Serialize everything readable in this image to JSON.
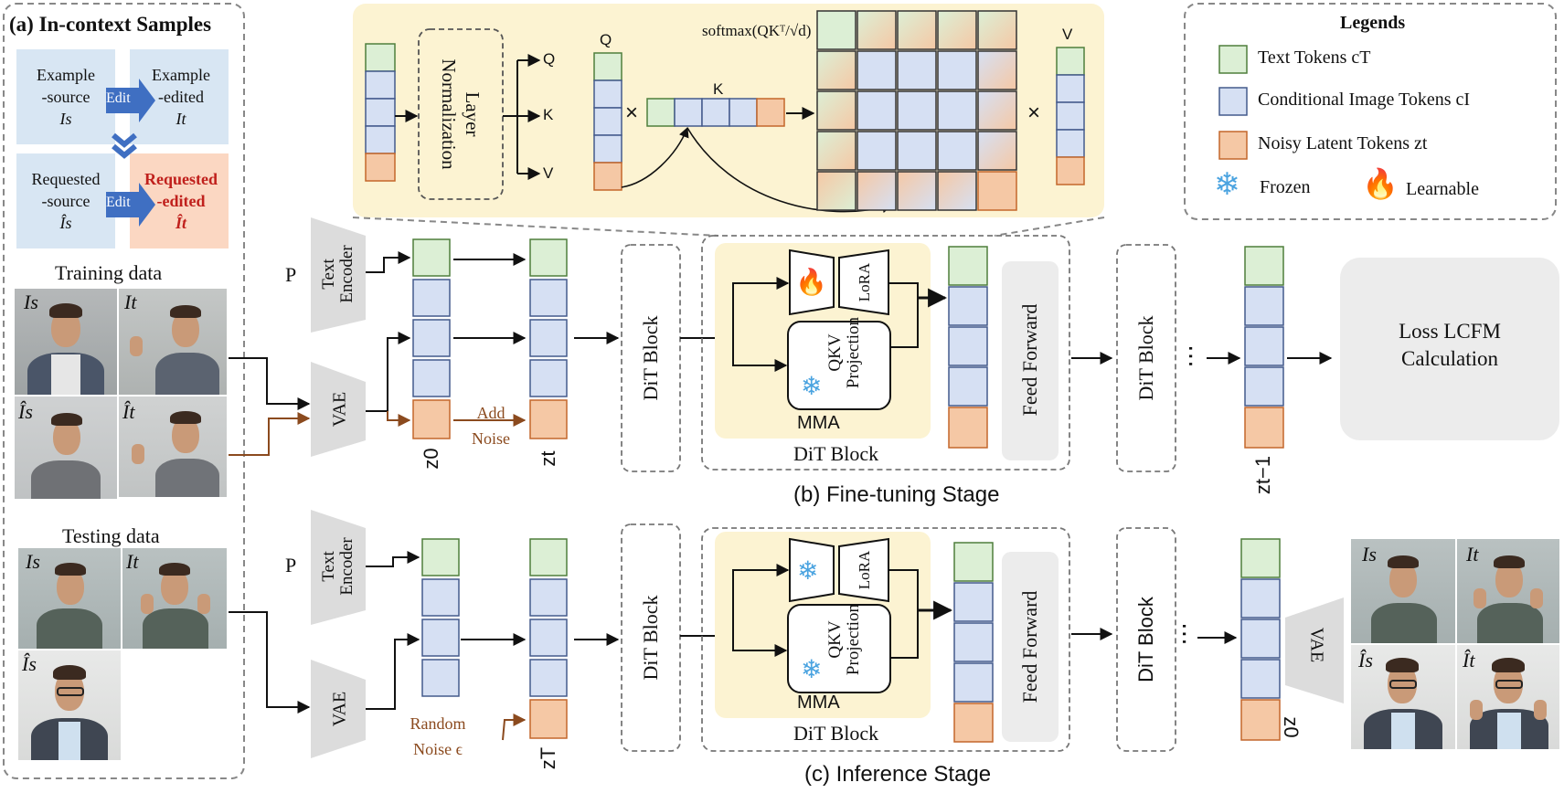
{
  "panel_a": {
    "title": "(a) In-context Samples",
    "example_source": [
      "Example",
      "-source",
      "Is"
    ],
    "example_edited": [
      "Example",
      "-edited",
      "It"
    ],
    "edit_label": "Edit",
    "requested_source": [
      "Requested",
      "-source",
      "Îs"
    ],
    "requested_edited": [
      "Requested",
      "-edited",
      "Ît"
    ],
    "training_label": "Training data",
    "testing_label": "Testing data",
    "img_labels": {
      "is": "Is",
      "it": "It",
      "is_hat": "Îs",
      "it_hat": "Ît"
    }
  },
  "attention": {
    "layer_norm": "Layer Normalization",
    "q": "Q",
    "k": "K",
    "v": "V",
    "softmax": "softmax(QKᵀ/√d)",
    "times": "×"
  },
  "legend": {
    "title": "Legends",
    "text_tokens": "Text Tokens cT",
    "cond_tokens": "Conditional Image Tokens cI",
    "noisy_tokens": "Noisy Latent Tokens zt",
    "frozen": "Frozen",
    "learnable": "Learnable"
  },
  "colors": {
    "text_token": "#dcefd5",
    "text_token_border": "#4f7f3c",
    "cond_token": "#d6e0f3",
    "cond_token_border": "#445a8c",
    "noisy_token": "#f5c8a5",
    "noisy_token_border": "#c4672b",
    "panel_bg": "#fcf3d2",
    "highlight_border": "#c4672b",
    "arrow_brown": "#8b4a1e",
    "edit_arrow": "#3f6fc2"
  },
  "finetune": {
    "p": "P",
    "text_encoder": "Text Encoder",
    "vae": "VAE",
    "add_noise": [
      "Add",
      "Noise"
    ],
    "z0": "z0",
    "zt": "zt",
    "dit_block": "DiT Block",
    "lora": "LoRA",
    "qkv": "QKV Projection",
    "mma": "MMA",
    "feed_forward": "Feed Forward",
    "dots": "⋯",
    "zt_minus_1": "zt−1",
    "loss": [
      "Loss LCFM",
      "Calculation"
    ],
    "caption": "(b) Fine-tuning Stage"
  },
  "inference": {
    "p": "P",
    "text_encoder": "Text Encoder",
    "vae": "VAE",
    "random_noise": [
      "Random",
      "Noise ϵ"
    ],
    "zT": "zT",
    "dit_block": "DiT Block",
    "lora": "LoRA",
    "qkv": "QKV Projection",
    "mma": "MMA",
    "feed_forward": "Feed Forward",
    "z0": "z0",
    "vae_out": "VAE",
    "caption": "(c) Inference Stage"
  }
}
